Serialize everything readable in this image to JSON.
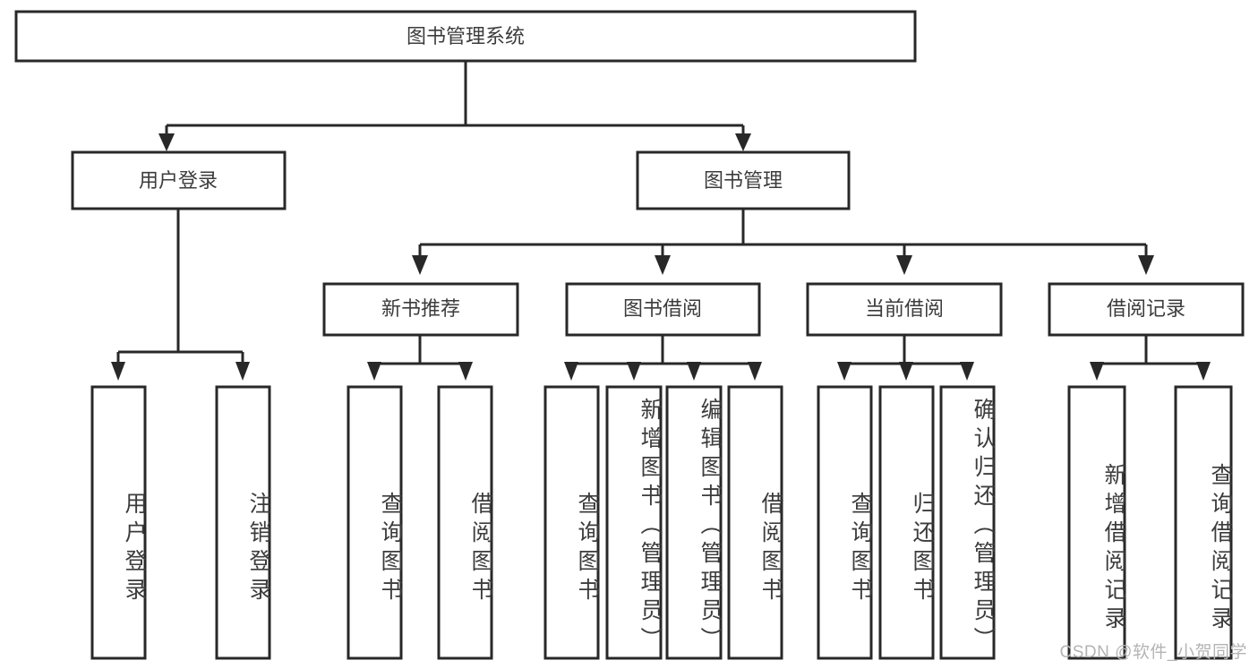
{
  "diagram": {
    "type": "tree",
    "title": "图书管理系统",
    "orientation": "top-down",
    "colors": {
      "box_fill": "#ffffff",
      "box_stroke": "#282828",
      "text": "#3c3c3c",
      "watermark": "#b4b4b4"
    },
    "nodes": {
      "root": {
        "label": "图书管理系统",
        "level": 1,
        "text_orientation": "horizontal"
      },
      "l2": [
        {
          "id": "user-login",
          "label": "用户登录",
          "level": 2,
          "text_orientation": "horizontal"
        },
        {
          "id": "book-management",
          "label": "图书管理",
          "level": 2,
          "text_orientation": "horizontal"
        }
      ],
      "l3": [
        {
          "id": "new-book-recommend",
          "label": "新书推荐",
          "level": 3,
          "text_orientation": "horizontal"
        },
        {
          "id": "book-borrow",
          "label": "图书借阅",
          "level": 3,
          "text_orientation": "horizontal"
        },
        {
          "id": "current-borrow",
          "label": "当前借阅",
          "level": 3,
          "text_orientation": "horizontal"
        },
        {
          "id": "borrow-record",
          "label": "借阅记录",
          "level": 3,
          "text_orientation": "horizontal"
        }
      ],
      "leaves": [
        {
          "id": "leaf-user-login",
          "label": "用户登录",
          "parent": "user-login",
          "text_orientation": "vertical"
        },
        {
          "id": "leaf-user-logout",
          "label": "注销登录",
          "parent": "user-login",
          "text_orientation": "vertical"
        },
        {
          "id": "leaf-query-book-1",
          "label": "查询图书",
          "parent": "new-book-recommend",
          "text_orientation": "vertical"
        },
        {
          "id": "leaf-borrow-book-1",
          "label": "借阅图书",
          "parent": "new-book-recommend",
          "text_orientation": "vertical"
        },
        {
          "id": "leaf-query-book-2",
          "label": "查询图书",
          "parent": "book-borrow",
          "text_orientation": "vertical"
        },
        {
          "id": "leaf-add-book",
          "label": "新增图书（管理员）",
          "parent": "book-borrow",
          "text_orientation": "vertical"
        },
        {
          "id": "leaf-edit-book",
          "label": "编辑图书（管理员）",
          "parent": "book-borrow",
          "text_orientation": "vertical"
        },
        {
          "id": "leaf-borrow-book-2",
          "label": "借阅图书",
          "parent": "book-borrow",
          "text_orientation": "vertical"
        },
        {
          "id": "leaf-query-book-3",
          "label": "查询图书",
          "parent": "current-borrow",
          "text_orientation": "vertical"
        },
        {
          "id": "leaf-return-book",
          "label": "归还图书",
          "parent": "current-borrow",
          "text_orientation": "vertical"
        },
        {
          "id": "leaf-confirm-return",
          "label": "确认归还（管理员）",
          "parent": "current-borrow",
          "text_orientation": "vertical"
        },
        {
          "id": "leaf-add-record",
          "label": "新增借阅记录",
          "parent": "borrow-record",
          "text_orientation": "vertical"
        },
        {
          "id": "leaf-query-record",
          "label": "查询借阅记录",
          "parent": "borrow-record",
          "text_orientation": "vertical"
        }
      ]
    }
  },
  "watermark": {
    "text": "CSDN @软件_小贺同学"
  }
}
